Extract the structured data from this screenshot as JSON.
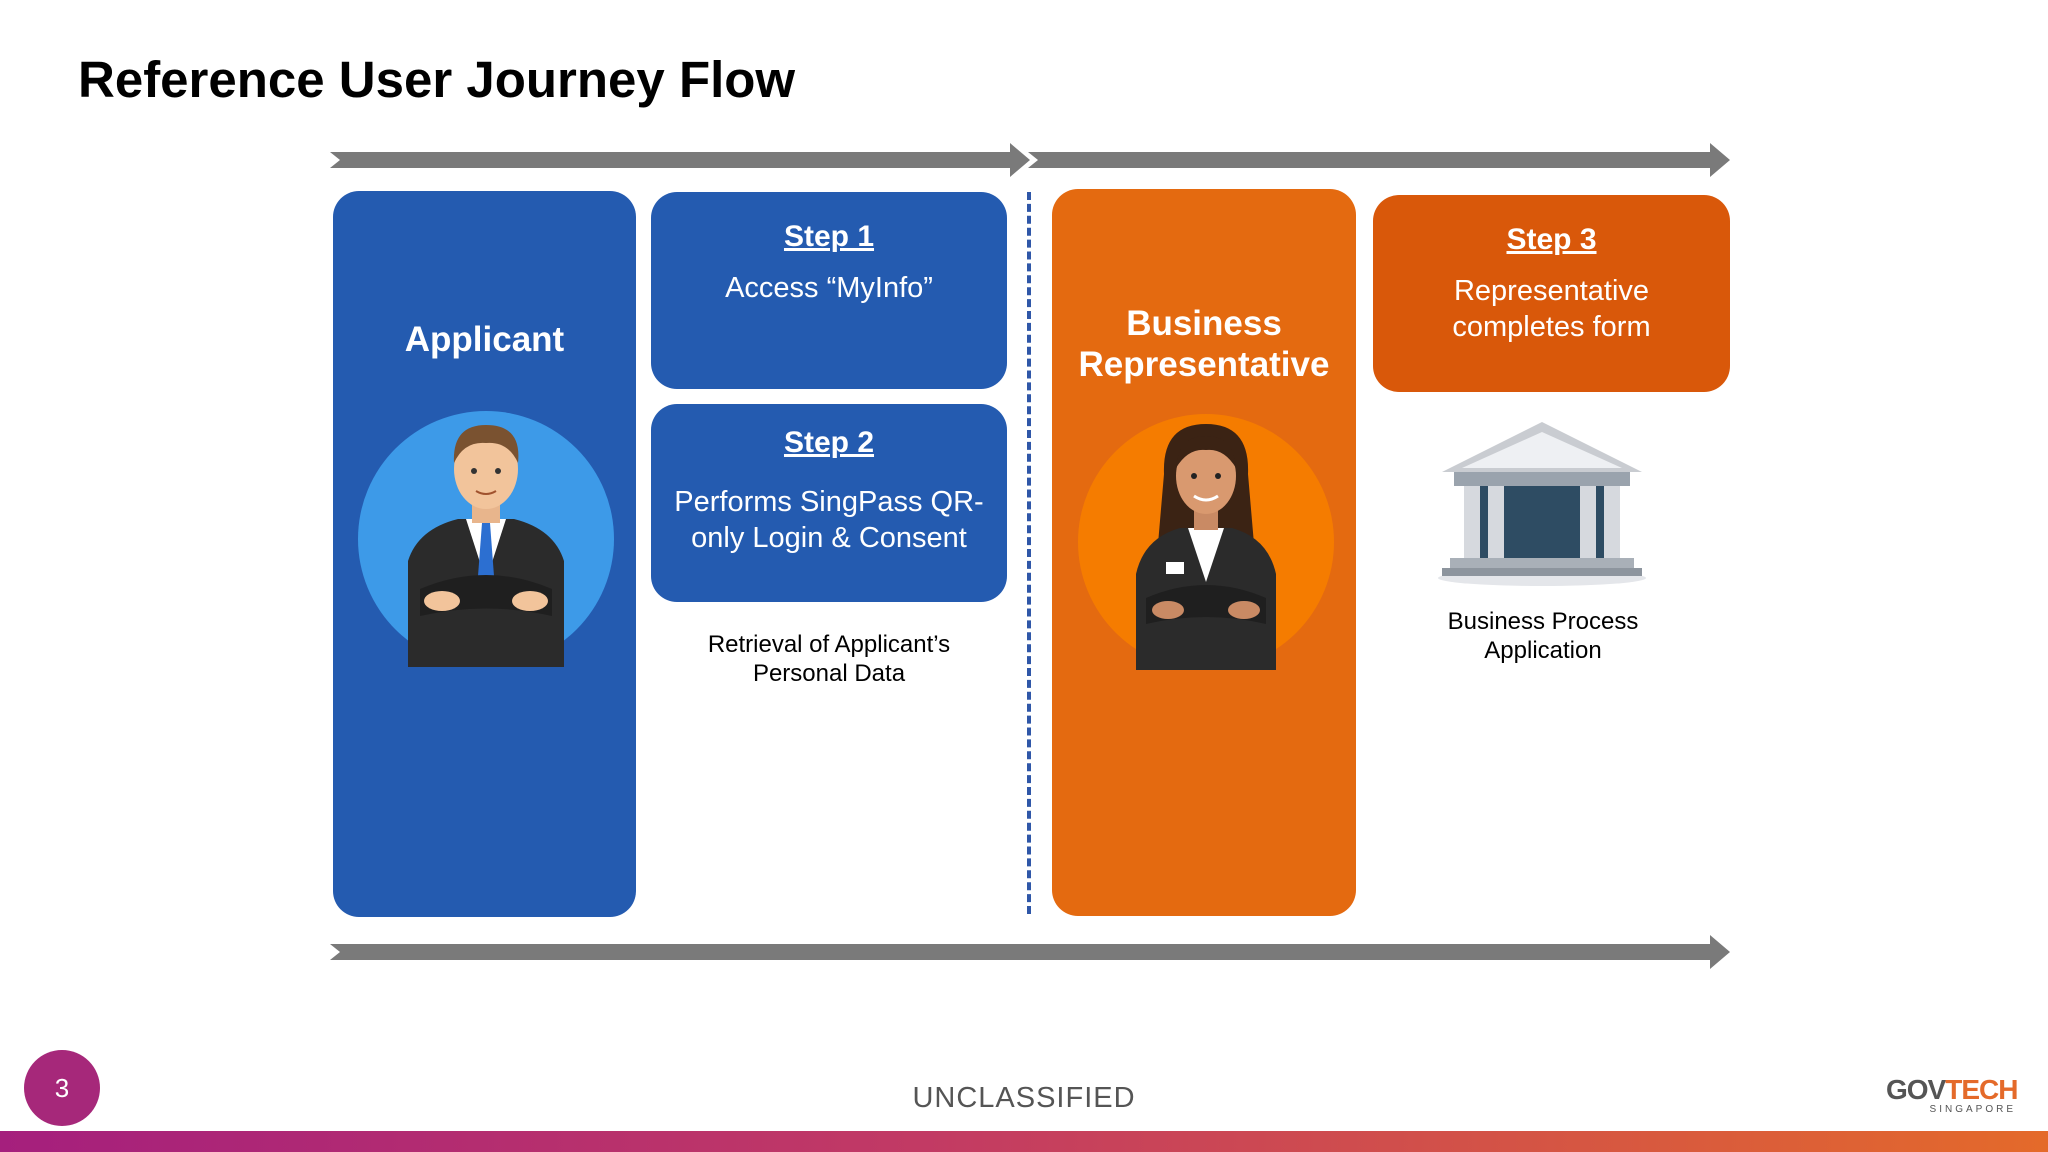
{
  "title": "Reference User Journey Flow",
  "applicant": {
    "label": "Applicant"
  },
  "step1": {
    "heading": "Step 1",
    "body": "Access “MyInfo”"
  },
  "step2": {
    "heading": "Step 2",
    "body_line1": "Performs SingPass QR-",
    "body_line2": "only Login & Consent"
  },
  "retrieval": {
    "line1": "Retrieval of Applicant’s",
    "line2": "Personal Data"
  },
  "business_rep": {
    "line1": "Business",
    "line2": "Representative"
  },
  "step3": {
    "heading": "Step 3",
    "body_line1": "Representative",
    "body_line2": "completes form"
  },
  "bpa": {
    "line1": "Business Process",
    "line2": "Application"
  },
  "footer": {
    "page_number": "3",
    "classification": "UNCLASSIFIED",
    "logo_gov": "GOV",
    "logo_tech": "TECH",
    "logo_sub": "SINGAPORE"
  },
  "colors": {
    "blue": "#245bb0",
    "orange": "#e46a10",
    "orange_dark": "#d9580a",
    "arrow": "#7a7a7a",
    "magenta": "#a6287a"
  }
}
